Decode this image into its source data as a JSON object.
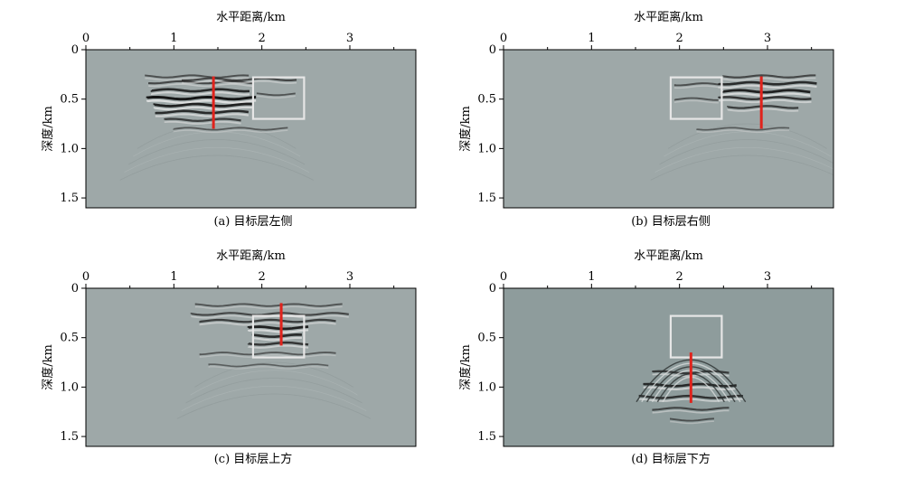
{
  "chart_data": [
    {
      "type": "heatmap",
      "caption": "(a) 目标层左侧",
      "xlabel": "水平距离/km",
      "ylabel": "深度/km",
      "xlim": [
        0,
        3.75
      ],
      "ylim": [
        0,
        1.6
      ],
      "xticks": [
        "0",
        "1",
        "2",
        "3"
      ],
      "xtick_values": [
        0,
        1,
        2,
        3
      ],
      "yticks": [
        "0",
        "0.5",
        "1.0",
        "1.5"
      ],
      "ytick_values": [
        0,
        0.5,
        1.0,
        1.5
      ],
      "y_inverted": true,
      "background": "#9ea8a8",
      "target_box": {
        "x0": 1.9,
        "x1": 2.48,
        "y0": 0.28,
        "y1": 0.7,
        "color": "#e6e6e6"
      },
      "red_line": {
        "x": 1.45,
        "y0": 0.27,
        "y1": 0.8,
        "color": "#e0231c"
      },
      "events": [
        {
          "x0": 0.68,
          "x1": 1.9,
          "y": 0.27,
          "strength": 0.4
        },
        {
          "x0": 0.72,
          "x1": 1.95,
          "y": 0.33,
          "strength": 0.5
        },
        {
          "x0": 0.75,
          "x1": 1.9,
          "y": 0.41,
          "strength": 0.8
        },
        {
          "x0": 0.7,
          "x1": 1.95,
          "y": 0.49,
          "strength": 1.0
        },
        {
          "x0": 0.78,
          "x1": 1.9,
          "y": 0.56,
          "strength": 0.9
        },
        {
          "x0": 0.8,
          "x1": 1.85,
          "y": 0.63,
          "strength": 0.8
        },
        {
          "x0": 0.9,
          "x1": 1.8,
          "y": 0.71,
          "strength": 0.6
        },
        {
          "x0": 1.1,
          "x1": 2.4,
          "y": 0.3,
          "strength": 0.5
        },
        {
          "x0": 1.95,
          "x1": 2.4,
          "y": 0.45,
          "strength": 0.35
        },
        {
          "x0": 1.0,
          "x1": 2.3,
          "y": 0.8,
          "strength": 0.3
        }
      ]
    },
    {
      "type": "heatmap",
      "caption": "(b) 目标层右侧",
      "xlabel": "水平距离/km",
      "ylabel": "深度/km",
      "xlim": [
        0,
        3.75
      ],
      "ylim": [
        0,
        1.6
      ],
      "xticks": [
        "0",
        "1",
        "2",
        "3"
      ],
      "xtick_values": [
        0,
        1,
        2,
        3
      ],
      "yticks": [
        "0",
        "0.5",
        "1.0",
        "1.5"
      ],
      "ytick_values": [
        0,
        0.5,
        1.0,
        1.5
      ],
      "y_inverted": true,
      "background": "#9ea8a8",
      "target_box": {
        "x0": 1.9,
        "x1": 2.48,
        "y0": 0.28,
        "y1": 0.7,
        "color": "#e6e6e6"
      },
      "red_line": {
        "x": 2.93,
        "y0": 0.27,
        "y1": 0.8,
        "color": "#e0231c"
      },
      "events": [
        {
          "x0": 2.5,
          "x1": 3.55,
          "y": 0.27,
          "strength": 0.5
        },
        {
          "x0": 2.45,
          "x1": 3.6,
          "y": 0.34,
          "strength": 0.8
        },
        {
          "x0": 2.5,
          "x1": 3.5,
          "y": 0.42,
          "strength": 0.9
        },
        {
          "x0": 2.45,
          "x1": 3.55,
          "y": 0.49,
          "strength": 0.7
        },
        {
          "x0": 2.55,
          "x1": 3.4,
          "y": 0.58,
          "strength": 0.6
        },
        {
          "x0": 1.95,
          "x1": 2.45,
          "y": 0.35,
          "strength": 0.4
        },
        {
          "x0": 1.95,
          "x1": 2.45,
          "y": 0.5,
          "strength": 0.35
        },
        {
          "x0": 2.2,
          "x1": 3.3,
          "y": 0.8,
          "strength": 0.25
        }
      ]
    },
    {
      "type": "heatmap",
      "caption": "(c) 目标层上方",
      "xlabel": "水平距离/km",
      "ylabel": "深度/km",
      "xlim": [
        0,
        3.75
      ],
      "ylim": [
        0,
        1.6
      ],
      "xticks": [
        "0",
        "1",
        "2",
        "3"
      ],
      "xtick_values": [
        0,
        1,
        2,
        3
      ],
      "yticks": [
        "0",
        "0.5",
        "1.0",
        "1.5"
      ],
      "ytick_values": [
        0,
        0.5,
        1.0,
        1.5
      ],
      "y_inverted": true,
      "background": "#9ea8a8",
      "target_box": {
        "x0": 1.9,
        "x1": 2.48,
        "y0": 0.28,
        "y1": 0.7,
        "color": "#e6e6e6"
      },
      "red_line": {
        "x": 2.22,
        "y0": 0.15,
        "y1": 0.58,
        "color": "#e0231c"
      },
      "events": [
        {
          "x0": 1.25,
          "x1": 2.95,
          "y": 0.17,
          "strength": 0.35
        },
        {
          "x0": 1.2,
          "x1": 3.0,
          "y": 0.26,
          "strength": 0.5
        },
        {
          "x0": 1.3,
          "x1": 2.9,
          "y": 0.33,
          "strength": 0.6
        },
        {
          "x0": 1.85,
          "x1": 2.55,
          "y": 0.4,
          "strength": 0.9
        },
        {
          "x0": 1.9,
          "x1": 2.5,
          "y": 0.48,
          "strength": 0.8
        },
        {
          "x0": 1.85,
          "x1": 2.55,
          "y": 0.56,
          "strength": 0.7
        },
        {
          "x0": 1.3,
          "x1": 2.9,
          "y": 0.66,
          "strength": 0.3
        },
        {
          "x0": 1.4,
          "x1": 2.8,
          "y": 0.78,
          "strength": 0.2
        }
      ]
    },
    {
      "type": "heatmap",
      "caption": "(d) 目标层下方",
      "xlabel": "水平距离/km",
      "ylabel": "深度/km",
      "xlim": [
        0,
        3.75
      ],
      "ylim": [
        0,
        1.6
      ],
      "xticks": [
        "0",
        "1",
        "2",
        "3"
      ],
      "xtick_values": [
        0,
        1,
        2,
        3
      ],
      "yticks": [
        "0",
        "0.5",
        "1.0",
        "1.5"
      ],
      "ytick_values": [
        0,
        0.5,
        1.0,
        1.5
      ],
      "y_inverted": true,
      "background": "#8e9c9c",
      "target_box": {
        "x0": 1.9,
        "x1": 2.48,
        "y0": 0.28,
        "y1": 0.7,
        "color": "#e6e6e6"
      },
      "red_line": {
        "x": 2.13,
        "y0": 0.65,
        "y1": 1.16,
        "color": "#e0231c"
      },
      "arc": {
        "cx": 2.13,
        "cy": 1.0,
        "rx": 0.62,
        "ry": 0.35,
        "rings": 6
      },
      "events": [
        {
          "x0": 1.7,
          "x1": 2.6,
          "y": 0.85,
          "strength": 0.6
        },
        {
          "x0": 1.6,
          "x1": 2.7,
          "y": 0.98,
          "strength": 0.8
        },
        {
          "x0": 1.55,
          "x1": 2.75,
          "y": 1.1,
          "strength": 0.7
        },
        {
          "x0": 1.7,
          "x1": 2.6,
          "y": 1.22,
          "strength": 0.5
        },
        {
          "x0": 1.9,
          "x1": 2.4,
          "y": 1.33,
          "strength": 0.35
        }
      ]
    }
  ]
}
